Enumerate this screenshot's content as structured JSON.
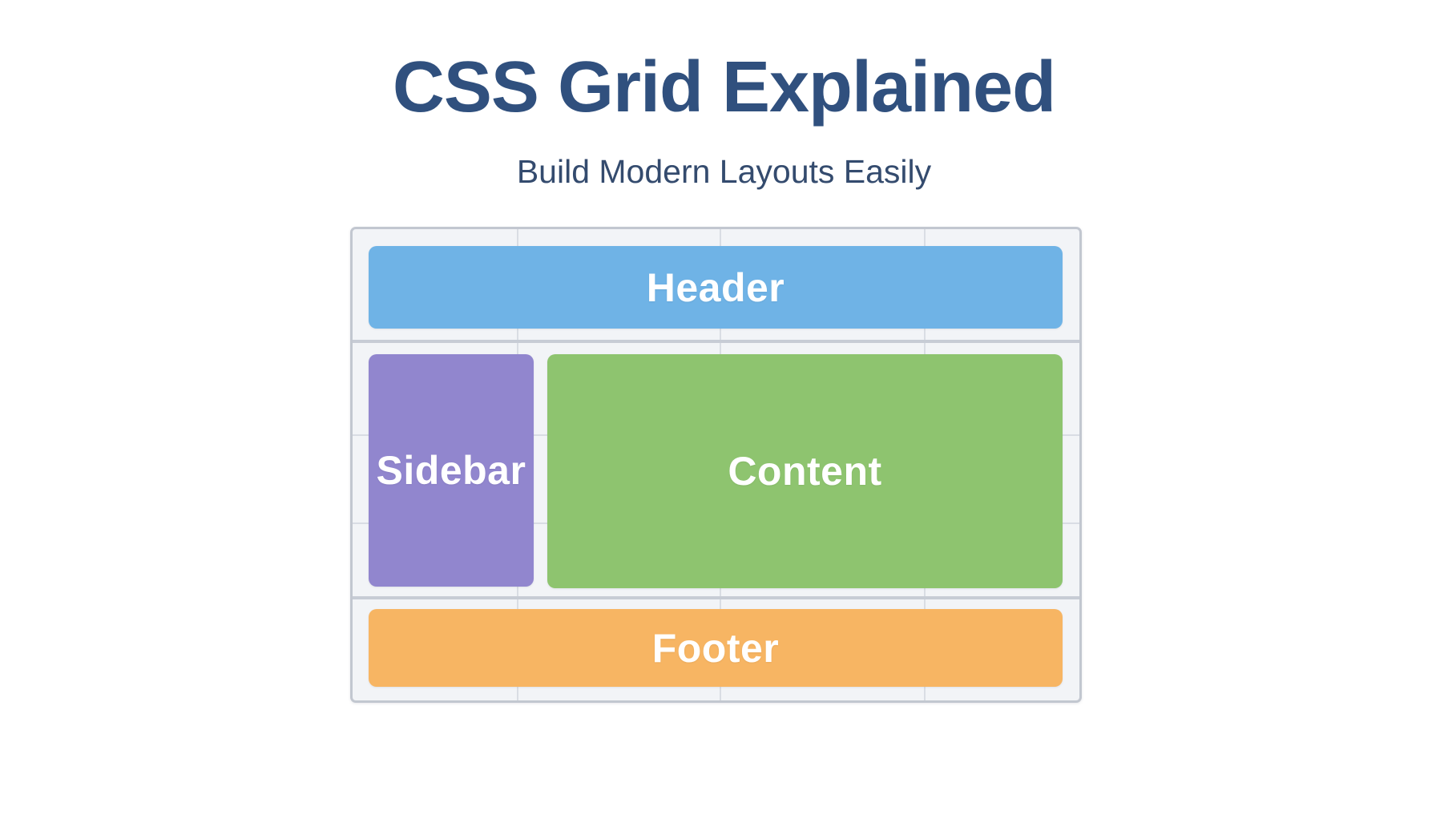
{
  "page": {
    "title": "CSS Grid Explained",
    "subtitle": "Build Modern Layouts Easily"
  },
  "colors": {
    "page_background": "#FFFFFF",
    "title_text": "#30507E",
    "subtitle_text": "#344B6E",
    "grid_background": "#F2F4F7",
    "grid_border": "#C2C7D0",
    "grid_cell_line": "#D9DDE4",
    "grid_track_line": "#C7CCD5",
    "block_label_text": "#FFFFFF"
  },
  "diagram": {
    "description": "CSS grid layout example with four areas placed on a 4-column by 5-row cell background",
    "blocks": [
      {
        "id": "header",
        "label": "Header",
        "color": "#6FB3E6"
      },
      {
        "id": "sidebar",
        "label": "Sidebar",
        "color": "#9186CE"
      },
      {
        "id": "content",
        "label": "Content",
        "color": "#8EC46F"
      },
      {
        "id": "footer",
        "label": "Footer",
        "color": "#F7B563"
      }
    ]
  }
}
